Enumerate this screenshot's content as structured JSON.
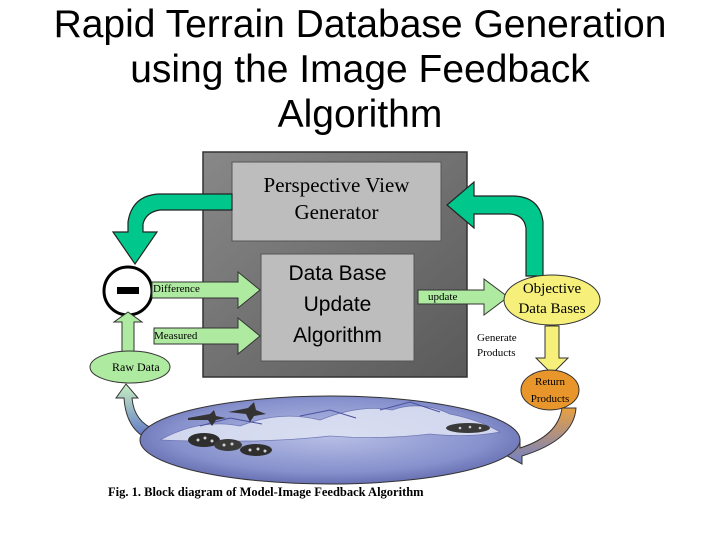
{
  "title": {
    "line1": "Rapid Terrain Database Generation",
    "line2": "using the Image Feedback",
    "line3": "Algorithm"
  },
  "diagram": {
    "perspective_view": {
      "line1": "Perspective View",
      "line2": "Generator"
    },
    "database_update": {
      "line1": "Data Base",
      "line2": "Update",
      "line3": "Algorithm"
    },
    "difference_label": "Difference",
    "measured_label": "Measured",
    "raw_data_label": "Raw Data",
    "update_label": "update",
    "objective": {
      "line1": "Objective",
      "line2": "Data Bases"
    },
    "generate_products": {
      "line1": "Generate",
      "line2": "Products"
    },
    "return_products": {
      "line1": "Return",
      "line2": "Products"
    },
    "minus_symbol": "−",
    "caption": "Fig. 1. Block diagram of Model-Image Feedback Algorithm"
  },
  "colors": {
    "arrow_green": "#00c88c",
    "dark_box": "#6e6e6e",
    "light_green": "#aeeaa0",
    "yellow_ellipse": "#f6f07a",
    "orange_ellipse": "#e8962c",
    "terrain_blue": "#7a86c6"
  }
}
